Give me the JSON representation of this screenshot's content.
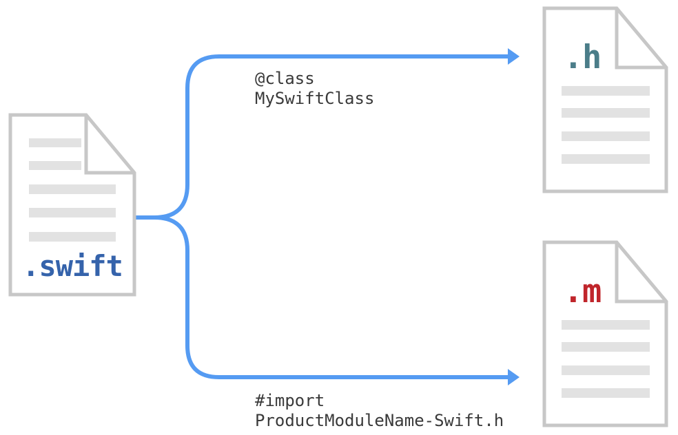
{
  "diagram": {
    "source_file": {
      "label": ".swift"
    },
    "header_file": {
      "label": ".h"
    },
    "implementation_file": {
      "label": ".m"
    },
    "annotations": {
      "top": {
        "line1": "@class",
        "line2": "MySwiftClass"
      },
      "bottom": {
        "line1": "#import",
        "line2": "ProductModuleName-Swift.h"
      }
    },
    "colors": {
      "arrow_blue": "#559bf2",
      "swift_label": "#3563ab",
      "header_label": "#4b7d89",
      "implementation_label": "#c0252b",
      "file_border": "#c7c7c7",
      "file_line": "#e2e2e2",
      "annotation_text": "#3a3a3a",
      "background": "#ffffff"
    }
  }
}
